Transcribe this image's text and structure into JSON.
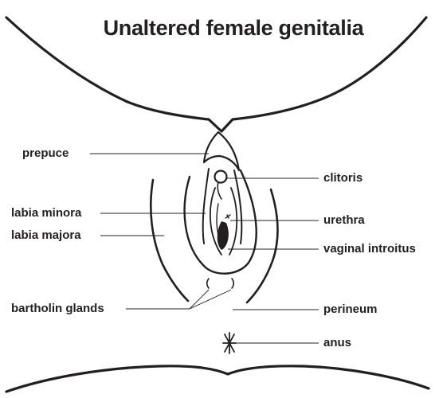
{
  "title": "Unaltered female genitalia",
  "labels": {
    "prepuce": "prepuce",
    "clitoris": "clitoris",
    "labia_minora": "labia minora",
    "urethra": "urethra",
    "labia_majora": "labia majora",
    "vaginal_introitus": "vaginal introitus",
    "bartholin_glands": "bartholin glands",
    "perineum": "perineum",
    "anus": "anus"
  },
  "colors": {
    "ink": "#231f20",
    "leader": "#231f20",
    "background": "#ffffff"
  }
}
